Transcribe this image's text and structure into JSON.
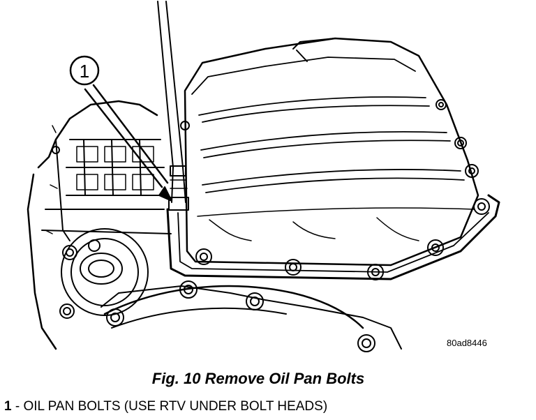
{
  "callout": {
    "number": "1"
  },
  "drawing_id": "80ad8446",
  "figure_title": "Fig. 10 Remove Oil Pan Bolts",
  "legend": [
    {
      "number": "1",
      "separator": " - ",
      "text": "OIL PAN BOLTS (USE RTV UNDER BOLT HEADS)"
    }
  ],
  "colors": {
    "ink": "#000000",
    "paper": "#ffffff"
  }
}
